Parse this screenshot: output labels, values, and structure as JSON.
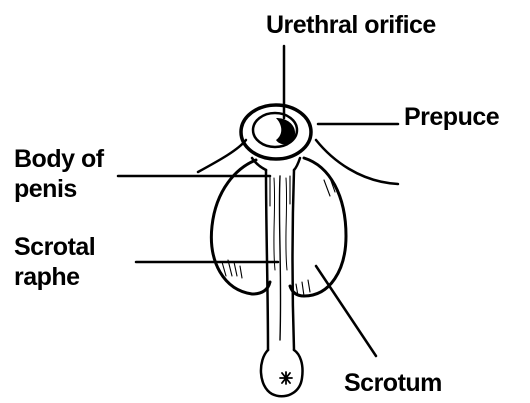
{
  "labels": {
    "urethral_orifice": "Urethral orifice",
    "prepuce": "Prepuce",
    "body_of_penis_line1": "Body of",
    "body_of_penis_line2": "penis",
    "scrotal_raphe_line1": "Scrotal",
    "scrotal_raphe_line2": "raphe",
    "scrotum": "Scrotum"
  },
  "colors": {
    "ink": "#000000",
    "paper": "#ffffff"
  }
}
